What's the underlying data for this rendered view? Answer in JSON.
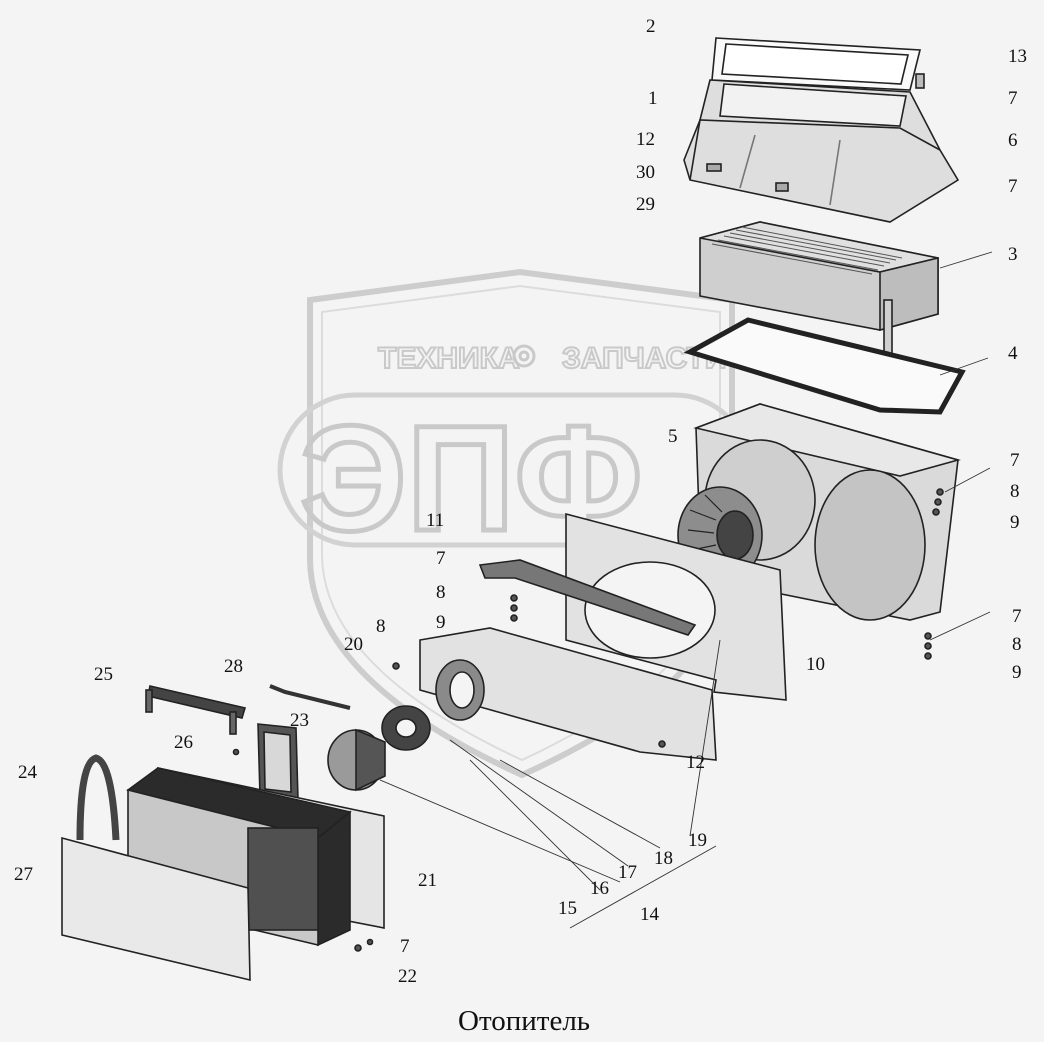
{
  "caption": "Отопитель",
  "watermark": {
    "left_text": "ТЕХНИКА",
    "right_text": "ЗАПЧАСТИ",
    "big_text": "ЭПФ",
    "color": "#c9c9c9"
  },
  "callouts": [
    "1",
    "2",
    "3",
    "4",
    "5",
    "6",
    "7",
    "8",
    "9",
    "10",
    "11",
    "12",
    "13",
    "14",
    "15",
    "16",
    "17",
    "18",
    "19",
    "20",
    "21",
    "22",
    "23",
    "24",
    "25",
    "26",
    "27",
    "28",
    "29",
    "30"
  ]
}
